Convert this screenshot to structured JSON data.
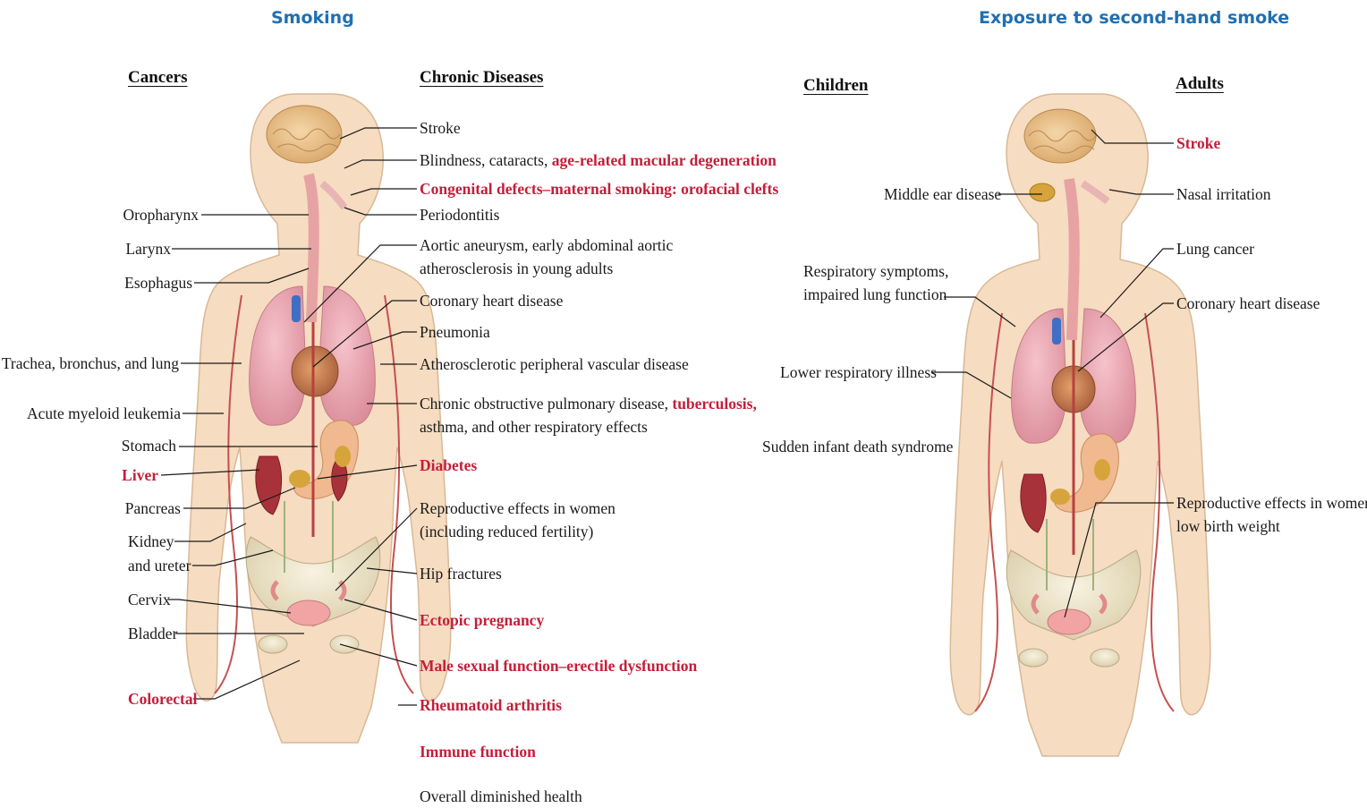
{
  "titles": {
    "left": "Smoking",
    "right": "Exposure to second-hand smoke"
  },
  "smoking": {
    "cancers_header": "Cancers",
    "chronic_header": "Chronic Diseases",
    "cancers": [
      {
        "text": "Oropharynx",
        "highlight": false
      },
      {
        "text": "Larynx",
        "highlight": false
      },
      {
        "text": "Esophagus",
        "highlight": false
      },
      {
        "text": "Trachea, bronchus, and lung",
        "highlight": false
      },
      {
        "text": "Acute myeloid leukemia",
        "highlight": false
      },
      {
        "text": "Stomach",
        "highlight": false
      },
      {
        "text": "Liver",
        "highlight": true
      },
      {
        "text": "Pancreas",
        "highlight": false
      },
      {
        "text": "Kidney",
        "highlight": false
      },
      {
        "text": "and ureter",
        "highlight": false
      },
      {
        "text": "Cervix",
        "highlight": false
      },
      {
        "text": "Bladder",
        "highlight": false
      },
      {
        "text": "Colorectal",
        "highlight": true
      }
    ],
    "chronic": {
      "stroke": "Stroke",
      "blindness_a": "Blindness, cataracts, ",
      "blindness_b": "age-related macular degeneration",
      "congenital": "Congenital defects–maternal smoking: orofacial clefts",
      "periodontitis": "Periodontitis",
      "aortic_1": "Aortic aneurysm, early abdominal aortic",
      "aortic_2": "atherosclerosis in young adults",
      "coronary": "Coronary heart disease",
      "pneumonia": "Pneumonia",
      "athero": "Atherosclerotic peripheral vascular disease",
      "copd_a": "Chronic obstructive pulmonary disease, ",
      "copd_b": "tuberculosis,",
      "copd_2": "asthma, and other respiratory effects",
      "diabetes": "Diabetes",
      "repro_1": "Reproductive effects in women",
      "repro_2": "(including reduced fertility)",
      "hip": "Hip fractures",
      "ectopic": "Ectopic pregnancy",
      "male": "Male sexual function–erectile dysfunction",
      "rheum": "Rheumatoid arthritis",
      "immune": "Immune function",
      "overall": "Overall diminished health"
    }
  },
  "secondhand": {
    "children_header": "Children",
    "adults_header": "Adults",
    "children": {
      "ear": "Middle ear disease",
      "resp_1": "Respiratory symptoms,",
      "resp_2": "impaired lung function",
      "lower": "Lower respiratory illness",
      "sids": "Sudden infant death syndrome"
    },
    "adults": {
      "stroke": "Stroke",
      "nasal": "Nasal irritation",
      "lung": "Lung cancer",
      "coronary": "Coronary heart disease",
      "repro_1": "Reproductive effects in women:",
      "repro_2": "low birth weight"
    }
  },
  "colors": {
    "title_blue": "#1f6fb2",
    "highlight_red": "#c41e3a",
    "skin": "#f6dcc0",
    "skin_edge": "#d9b896"
  }
}
